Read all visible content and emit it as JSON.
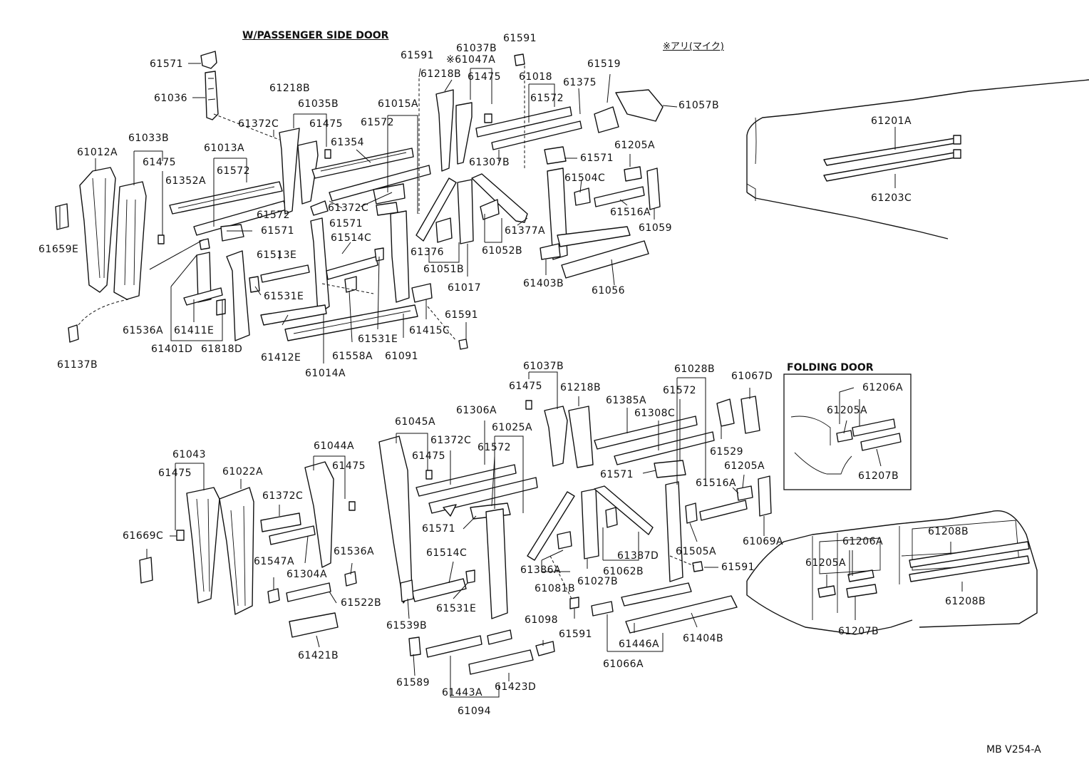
{
  "headings": {
    "passenger_side_door": "W/PASSENGER SIDE DOOR",
    "folding_door": "FOLDING DOOR",
    "note": "※アリ(マイク)",
    "drawing_ref": "MB V254-A"
  },
  "labels": [
    "61571",
    "61036",
    "61218B",
    "61035B",
    "61372C",
    "61475",
    "61033B",
    "61013A",
    "61012A",
    "61475",
    "61352A",
    "61572",
    "61659E",
    "61572",
    "61571",
    "61513E",
    "61531E",
    "61536A",
    "61411E",
    "61401D",
    "61818D",
    "61137B",
    "61412E",
    "61014A",
    "61354",
    "61015A",
    "61572",
    "61372C",
    "61571",
    "61514C",
    "61558A",
    "61531E",
    "61091",
    "61415C",
    "61591",
    "61591",
    "61218B",
    "61037B",
    "※61047A",
    "61475",
    "61591",
    "61018",
    "61572",
    "61375",
    "61519",
    "61057B",
    "61307B",
    "61571",
    "61376",
    "61051B",
    "61017",
    "61052B",
    "61377A",
    "61205A",
    "61504C",
    "61516A",
    "61059",
    "61403B",
    "61056",
    "61201A",
    "61203C",
    "61043",
    "61475",
    "61022A",
    "61669C",
    "61044A",
    "61475",
    "61372C",
    "61547A",
    "61304A",
    "61536A",
    "61522B",
    "61421B",
    "61045A",
    "61306A",
    "61372C",
    "61475",
    "61025A",
    "61572",
    "61571",
    "61514C",
    "61531E",
    "61539B",
    "61589",
    "61443A",
    "61423D",
    "61094",
    "61037B",
    "61475",
    "61218B",
    "61385A",
    "61308C",
    "61028B",
    "61572",
    "61067D",
    "61529",
    "61571",
    "61205A",
    "61516A",
    "61386A",
    "61081B",
    "61027B",
    "61387D",
    "61062B",
    "61505A",
    "61591",
    "61069A",
    "61098",
    "61591",
    "61446A",
    "61404B",
    "61066A",
    "61206A",
    "61205A",
    "61207B",
    "61206A",
    "61205A",
    "61208B",
    "61208B",
    "61207B"
  ]
}
